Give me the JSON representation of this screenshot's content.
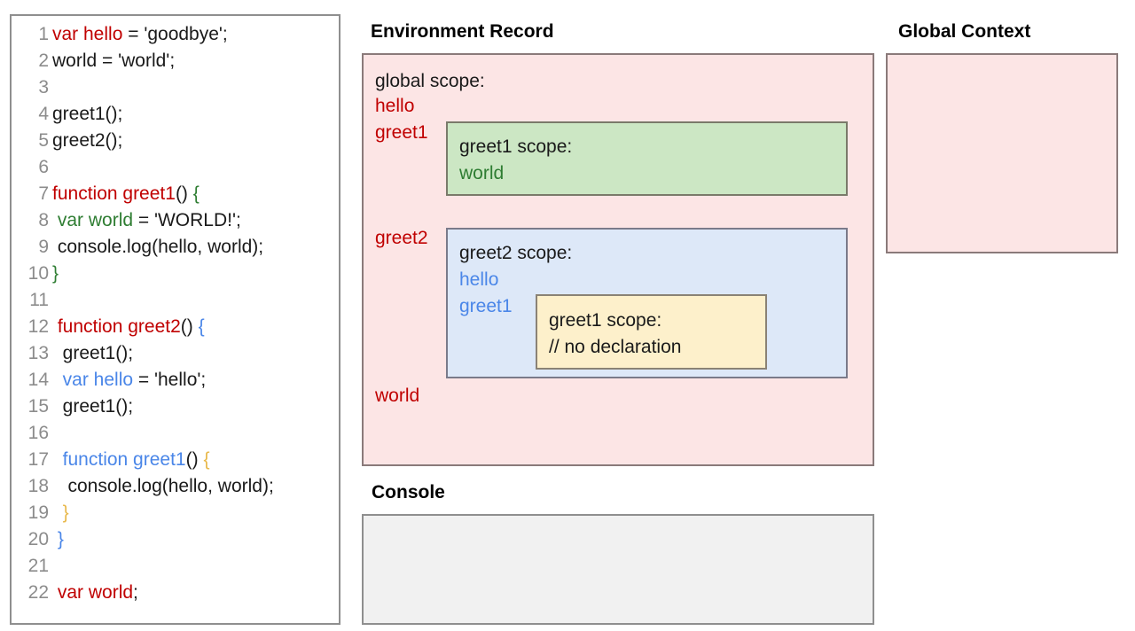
{
  "code_panel": {
    "lines": [
      {
        "number": "1",
        "tokens": [
          {
            "t": "var hello",
            "c": "red"
          },
          {
            "t": " = 'goodbye';",
            "c": "plain"
          }
        ]
      },
      {
        "number": "2",
        "tokens": [
          {
            "t": "world = 'world';",
            "c": "plain"
          }
        ]
      },
      {
        "number": "3",
        "tokens": []
      },
      {
        "number": "4",
        "tokens": [
          {
            "t": "greet1();",
            "c": "plain"
          }
        ]
      },
      {
        "number": "5",
        "tokens": [
          {
            "t": "greet2();",
            "c": "plain"
          }
        ]
      },
      {
        "number": "6",
        "tokens": []
      },
      {
        "number": "7",
        "tokens": [
          {
            "t": "function greet1",
            "c": "red"
          },
          {
            "t": "() ",
            "c": "plain"
          },
          {
            "t": "{",
            "c": "green"
          }
        ]
      },
      {
        "number": "8",
        "tokens": [
          {
            "t": " ",
            "c": "plain"
          },
          {
            "t": "var world",
            "c": "green"
          },
          {
            "t": " = 'WORLD!';",
            "c": "plain"
          }
        ]
      },
      {
        "number": "9",
        "tokens": [
          {
            "t": " console.log(hello, world);",
            "c": "plain"
          }
        ]
      },
      {
        "number": "10",
        "tokens": [
          {
            "t": "}",
            "c": "green"
          }
        ]
      },
      {
        "number": "11",
        "tokens": []
      },
      {
        "number": "12",
        "tokens": [
          {
            "t": " ",
            "c": "plain"
          },
          {
            "t": "function greet2",
            "c": "red"
          },
          {
            "t": "() ",
            "c": "plain"
          },
          {
            "t": "{",
            "c": "blue"
          }
        ]
      },
      {
        "number": "13",
        "tokens": [
          {
            "t": "  greet1();",
            "c": "plain"
          }
        ]
      },
      {
        "number": "14",
        "tokens": [
          {
            "t": "  ",
            "c": "plain"
          },
          {
            "t": "var hello",
            "c": "blue"
          },
          {
            "t": " = 'hello';",
            "c": "plain"
          }
        ]
      },
      {
        "number": "15",
        "tokens": [
          {
            "t": "  greet1();",
            "c": "plain"
          }
        ]
      },
      {
        "number": "16",
        "tokens": []
      },
      {
        "number": "17",
        "tokens": [
          {
            "t": "  ",
            "c": "plain"
          },
          {
            "t": "function greet1",
            "c": "blue"
          },
          {
            "t": "() ",
            "c": "plain"
          },
          {
            "t": "{",
            "c": "orange"
          }
        ]
      },
      {
        "number": "18",
        "tokens": [
          {
            "t": "   console.log(hello, world);",
            "c": "plain"
          }
        ]
      },
      {
        "number": "19",
        "tokens": [
          {
            "t": "  ",
            "c": "plain"
          },
          {
            "t": "}",
            "c": "orange"
          }
        ]
      },
      {
        "number": "20",
        "tokens": [
          {
            "t": " ",
            "c": "plain"
          },
          {
            "t": "}",
            "c": "blue"
          }
        ]
      },
      {
        "number": "21",
        "tokens": []
      },
      {
        "number": "22",
        "tokens": [
          {
            "t": " ",
            "c": "plain"
          },
          {
            "t": "var world",
            "c": "red"
          },
          {
            "t": ";",
            "c": "plain"
          }
        ]
      }
    ]
  },
  "environment_record": {
    "title": "Environment Record",
    "global_scope_label": "global scope:",
    "global_vars": {
      "hello": "hello",
      "greet1": "greet1",
      "greet2": "greet2",
      "world": "world"
    },
    "greet1_scope": {
      "title": "greet1 scope:",
      "vars": {
        "world": "world"
      }
    },
    "greet2_scope": {
      "title": "greet2 scope:",
      "vars": {
        "hello": "hello",
        "greet1": "greet1"
      },
      "nested_greet1_scope": {
        "title": "greet1 scope:",
        "note": "// no declaration"
      }
    }
  },
  "global_context": {
    "title": "Global Context",
    "content": ""
  },
  "console": {
    "title": "Console",
    "content": ""
  },
  "colors": {
    "pink_fill": "#fce5e5",
    "green_fill": "#cce7c4",
    "blue_fill": "#dde8f8",
    "yellow_fill": "#fdf0cb",
    "console_fill": "#f1f1f1",
    "token_red": "#c00000",
    "token_green": "#2e7d32",
    "token_blue": "#4a86e8",
    "token_orange": "#e8b84a",
    "line_number": "#8c8c8c"
  }
}
